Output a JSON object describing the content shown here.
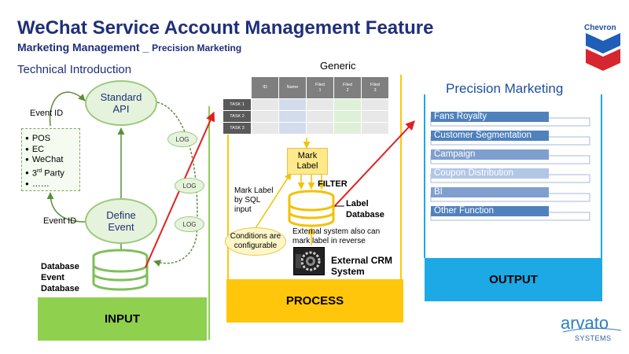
{
  "title": "WeChat Service Account Management Feature",
  "subtitle": {
    "main": "Marketing Management _",
    "small": "Precision  Marketing"
  },
  "section": "Technical Introduction",
  "input": {
    "standard_api": "Standard\nAPI",
    "define_event": "Define\nEvent",
    "event_id_top": "Event ID",
    "event_id_bottom": "Event ID",
    "sources": [
      "POS",
      "EC",
      "WeChat",
      "3rd Party",
      "……"
    ],
    "log_labels": [
      "LOG",
      "LOG",
      "LOG"
    ],
    "database_label": "Database\nEvent\nDatabase",
    "box_label": "INPUT"
  },
  "process": {
    "generic_label": "Generic",
    "table": {
      "headers": [
        "ID",
        "Name",
        "Filed\n1",
        "Filed\n2",
        "Filed\n3"
      ],
      "rows": [
        "TASK 1",
        "TASK 2",
        "TASK 3"
      ]
    },
    "mark_label": "Mark\nLabel",
    "filter": "FILTER",
    "mark_by_sql": "Mark Label\nby SQL\ninput",
    "conditions": "Conditions are\nconfigurable",
    "label_database": "Label\nDatabase",
    "external_note": "External system also can\nmark label in reverse",
    "crm": "External CRM\nSystem",
    "box_label": "PROCESS"
  },
  "output": {
    "title": "Precision Marketing",
    "items": [
      {
        "label": "Fans Royalty",
        "color": "#4f81bd"
      },
      {
        "label": "Customer Segmentation",
        "color": "#4f81bd"
      },
      {
        "label": "Campaign",
        "color": "#7f9fcf"
      },
      {
        "label": "Coupon Distribution",
        "color": "#b2c6e6"
      },
      {
        "label": "BI",
        "color": "#7f9fcf"
      },
      {
        "label": "Other  Function",
        "color": "#4f81bd"
      }
    ],
    "box_label": "OUTPUT"
  },
  "logos": {
    "chevron": "Chevron",
    "arvato": "arvato",
    "systems": "SYSTEMS"
  },
  "colors": {
    "title": "#1f2f7a",
    "input": "#8fd04f",
    "process": "#ffc60b",
    "output": "#1ca9e5",
    "arrow": "#e02020"
  }
}
